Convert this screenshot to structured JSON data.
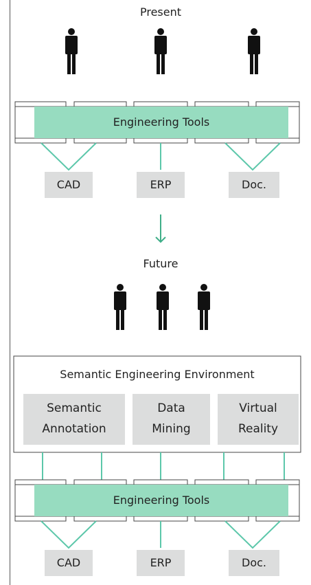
{
  "present": {
    "title": "Present",
    "tools_label": "Engineering Tools",
    "systems": [
      "CAD",
      "ERP",
      "Doc."
    ]
  },
  "future": {
    "title": "Future",
    "environment_title": "Semantic Engineering Environment",
    "modules": [
      "Semantic\nAnnotation",
      "Data\nMining",
      "Virtual\nReality"
    ],
    "tools_label": "Engineering Tools",
    "systems": [
      "CAD",
      "ERP",
      "Doc."
    ]
  },
  "colors": {
    "tools_green": "#97dcc0",
    "connector_green": "#5cc7aa",
    "arrow_green": "#3fae88",
    "box_grey": "#dcdddd",
    "person": "#111111"
  },
  "icons": [
    "person-icon",
    "down-arrow-icon"
  ]
}
